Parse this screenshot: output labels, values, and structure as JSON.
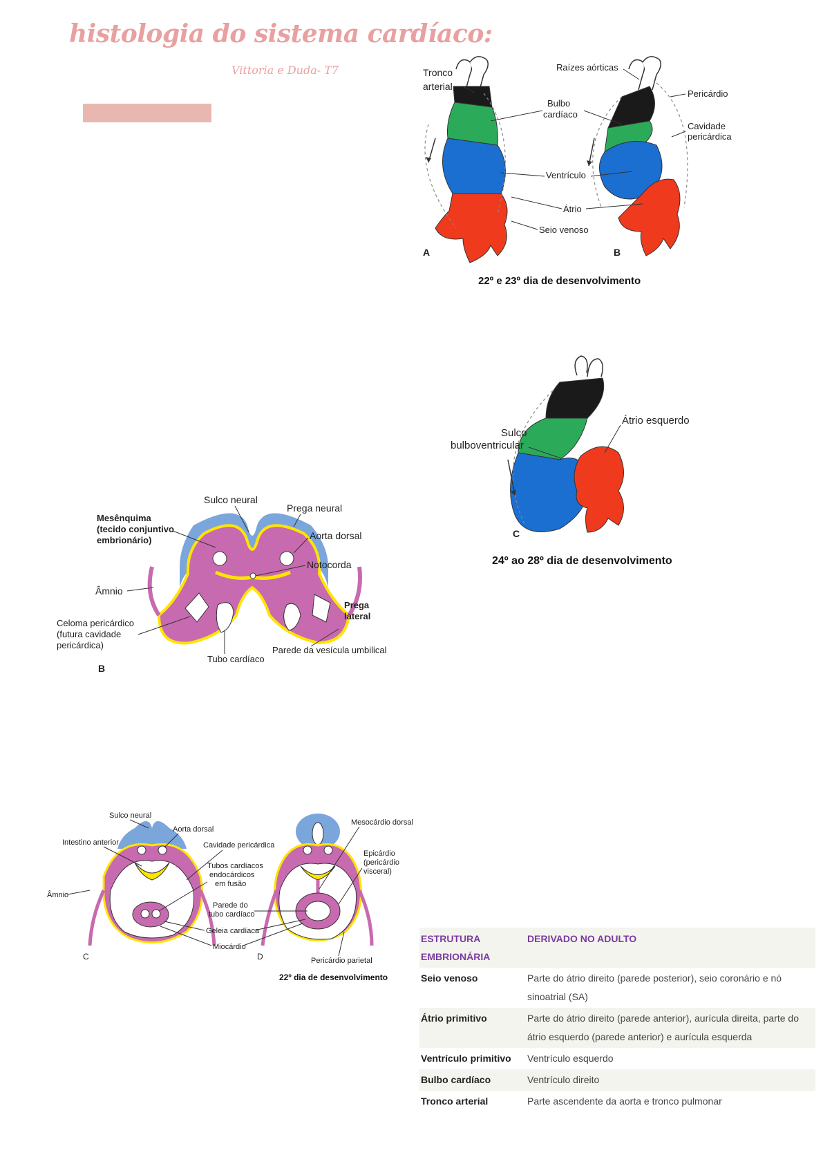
{
  "header": {
    "title": "histologia do sistema cardíaco:",
    "authors": "Vittoria e Duda- T7"
  },
  "fig_heart_ab": {
    "tronco": "Tronco",
    "arterial": "arterial",
    "bulbo": "Bulbo",
    "cardiaco": "cardíaco",
    "ventriculo": "Ventrículo",
    "atrio": "Átrio",
    "seio": "Seio venoso",
    "raizes": "Raízes aórticas",
    "pericardio": "Pericárdio",
    "cavidade": "Cavidade",
    "pericardica": "pericárdica",
    "a": "A",
    "b": "B",
    "caption": "22º e 23º dia de desenvolvimento"
  },
  "fig_heart_c": {
    "atrio_esq": "Átrio esquerdo",
    "sulco": "Sulco",
    "bulboventricular": "bulboventricular",
    "c": "C",
    "caption": "24º ao 28º dia de desenvolvimento"
  },
  "fig_section_b": {
    "sulco_neural": "Sulco neural",
    "prega_neural": "Prega neural",
    "mesenquima1": "Mesênquima",
    "mesenquima2": "(tecido conjuntivo",
    "mesenquima3": "embrionário)",
    "aorta_dorsal": "Aorta dorsal",
    "notocorda": "Notocorda",
    "amnio": "Âmnio",
    "prega1": "Prega",
    "prega2": "lateral",
    "celoma1": "Celoma pericárdico",
    "celoma2": "(futura cavidade",
    "celoma3": "pericárdica)",
    "tubo": "Tubo cardíaco",
    "parede": "Parede da vesícula umbilical",
    "b": "B"
  },
  "fig_section_cd": {
    "sulco_neural": "Sulco neural",
    "aorta_dorsal": "Aorta dorsal",
    "intestino": "Intestino anterior",
    "cavidade": "Cavidade pericárdica",
    "tubos1": "Tubos cardíacos",
    "tubos2": "endocárdicos",
    "tubos3": "em fusão",
    "amnio": "Âmnio",
    "parede1": "Parede do",
    "parede2": "tubo cardíaco",
    "geleia": "Geleia cardíaca",
    "miocardio": "Miocárdio",
    "mesocardio": "Mesocárdio dorsal",
    "epicardio1": "Epicárdio",
    "epicardio2": "(pericárdio",
    "epicardio3": "visceral)",
    "pericardio_parietal": "Pericárdio parietal",
    "c": "C",
    "d": "D",
    "caption": "22º dia de desenvolvimento"
  },
  "table": {
    "headers": [
      "ESTRUTURA EMBRIONÁRIA",
      "DERIVADO NO ADULTO"
    ],
    "rows": [
      [
        "Seio venoso",
        "Parte do átrio direito (parede posterior), seio coronário e nó sinoatrial (SA)"
      ],
      [
        "Átrio primitivo",
        "Parte do átrio direito (parede anterior), aurícula direita, parte do átrio esquerdo (parede anterior) e aurícula esquerda"
      ],
      [
        "Ventrículo primitivo",
        "Ventrículo esquerdo"
      ],
      [
        "Bulbo cardíaco",
        "Ventrículo direito"
      ],
      [
        "Tronco arterial",
        "Parte ascendente da aorta e tronco pulmonar"
      ]
    ]
  },
  "colors": {
    "title_pink": "#e8a0a0",
    "tissue_pink": "#c86ab0",
    "ectoderm_blue": "#7aa6dc",
    "endoderm_yellow": "#ffe400",
    "trunk_black": "#1a1a1a",
    "bulb_green": "#2bab5a",
    "ventricle_blue": "#1a6fd1",
    "atrium_red": "#ef3a1e",
    "table_header_purple": "#7a3aa0"
  }
}
